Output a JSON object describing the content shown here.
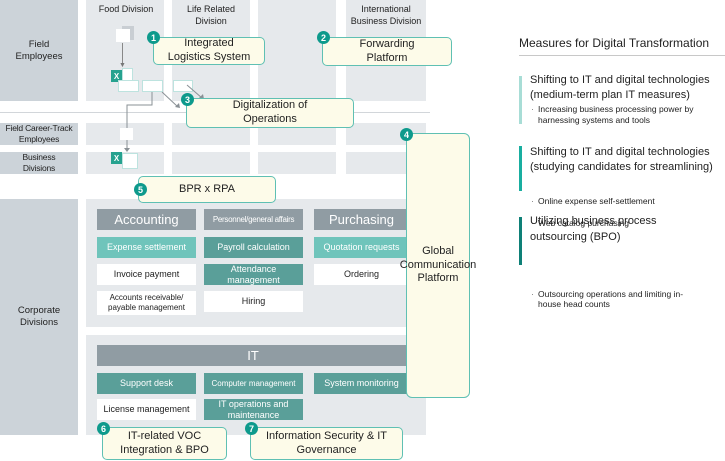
{
  "columns": {
    "food": "Food Division",
    "life": "Life Related\nDivision",
    "international": "International\nBusiness Division"
  },
  "rows": {
    "field_employees": "Field\nEmployees",
    "field_career": "Field Career-Track\nEmployees",
    "business_divisions": "Business\nDivisions",
    "corporate_divisions": "Corporate\nDivisions"
  },
  "callouts": [
    {
      "num": "1",
      "label": "Integrated\nLogistics System"
    },
    {
      "num": "2",
      "label": "Forwarding\nPlatform"
    },
    {
      "num": "3",
      "label": "Digitalization of\nOperations"
    },
    {
      "num": "4",
      "label": "Global\nCommunication\nPlatform"
    },
    {
      "num": "5",
      "label": "BPR x RPA"
    },
    {
      "num": "6",
      "label": "IT-related VOC\nIntegration & BPO"
    },
    {
      "num": "7",
      "label": "Information Security & IT\nGovernance"
    }
  ],
  "icons": {
    "excel": "X"
  },
  "corporate": {
    "accounting": {
      "header": "Accounting",
      "items": [
        "Expense settlement",
        "Invoice payment",
        "Accounts receivable/\npayable management"
      ]
    },
    "personnel": {
      "header": "Personnel/general affairs",
      "items": [
        "Payroll calculation",
        "Attendance\nmanagement",
        "Hiring"
      ]
    },
    "purchasing": {
      "header": "Purchasing",
      "items": [
        "Quotation requests",
        "Ordering"
      ]
    },
    "it": {
      "header": "IT",
      "items": [
        "Support desk",
        "Computer management",
        "System monitoring",
        "License management",
        "IT operations and\nmaintenance"
      ]
    }
  },
  "legend": {
    "title": "Measures for Digital Transformation",
    "colors": [
      "#a8ddd6",
      "#19aea0",
      "#0e8077"
    ],
    "groups": [
      {
        "heading": "Shifting to IT and digital technologies\n(medium-term plan IT measures)",
        "bullets": [
          "Increasing business processing power by\nharnessing systems and tools"
        ]
      },
      {
        "heading": "Shifting to IT and digital technologies\n(studying candidates for streamlining)",
        "bullets": [
          "Online expense self-settlement",
          "Web catalog purchasing"
        ]
      },
      {
        "heading": "Utilizing business process\noutsourcing (BPO)",
        "bullets": [
          "Outsourcing operations and limiting in-\nhouse head counts"
        ]
      }
    ]
  }
}
